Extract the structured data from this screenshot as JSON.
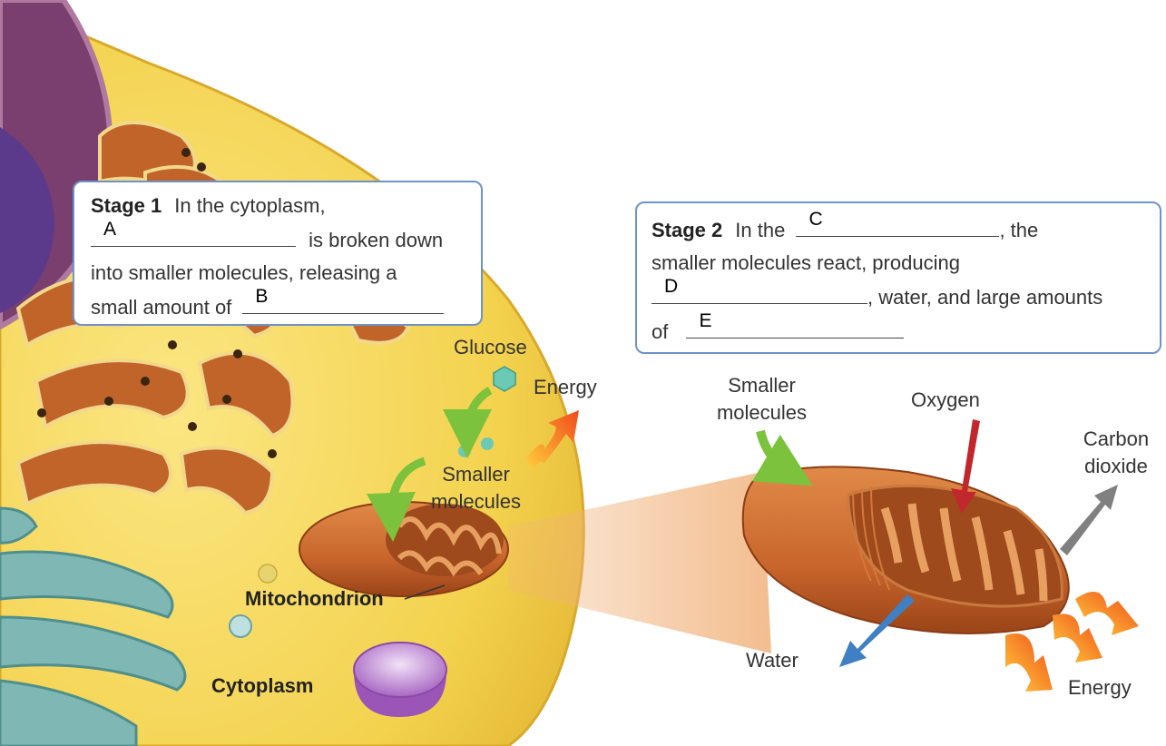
{
  "stage1": {
    "title": "Stage 1",
    "text_1": "In the cytoplasm,",
    "blank_a": "A",
    "text_2": "is broken down",
    "text_3": "into smaller molecules, releasing a",
    "text_4": "small amount of",
    "blank_b": "B"
  },
  "stage2": {
    "title": "Stage 2",
    "text_1": "In the",
    "blank_c": "C",
    "text_2": ", the",
    "text_3": "smaller molecules react, producing",
    "blank_d": "D",
    "text_4": ", water, and large amounts",
    "text_5": "of",
    "blank_e": "E"
  },
  "labels": {
    "glucose": "Glucose",
    "energy_1": "Energy",
    "smaller_molecules_1": [
      "Smaller",
      "molecules"
    ],
    "mitochondrion": "Mitochondrion",
    "cytoplasm": "Cytoplasm",
    "smaller_molecules_2": [
      "Smaller",
      "molecules"
    ],
    "oxygen": "Oxygen",
    "carbon_dioxide": [
      "Carbon",
      "dioxide"
    ],
    "water": "Water",
    "energy_2": "Energy"
  },
  "colors": {
    "box_border": "#6f93c6",
    "cytoplasm": "#f3d24e",
    "mitochondrion": "#c8652c",
    "green_arrow": "#7cc23c",
    "red_arrow": "#c1272d",
    "blue_arrow": "#3f7fc4",
    "gray_arrow": "#808080"
  }
}
